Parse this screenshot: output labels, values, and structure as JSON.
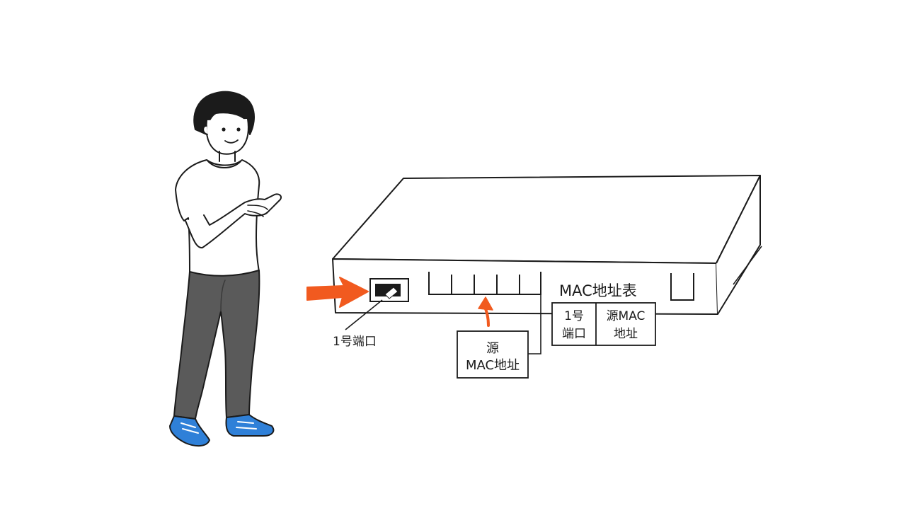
{
  "labels": {
    "port_label": "1号端口",
    "source_mac_line1": "源",
    "source_mac_line2": "MAC地址",
    "mac_table_title": "MAC地址表",
    "table_col1_line1": "1号",
    "table_col1_line2": "端口",
    "table_col2_line1": "源MAC",
    "table_col2_line2": "地址"
  },
  "colors": {
    "ink": "#1b1b1b",
    "arrow": "#f15a1f",
    "pants": "#5a5a5a",
    "shoe": "#2f80d8",
    "paper": "#ffffff"
  },
  "icons": {
    "person": "person-pointing",
    "switch": "network-switch",
    "port": "ethernet-port-with-plug"
  }
}
